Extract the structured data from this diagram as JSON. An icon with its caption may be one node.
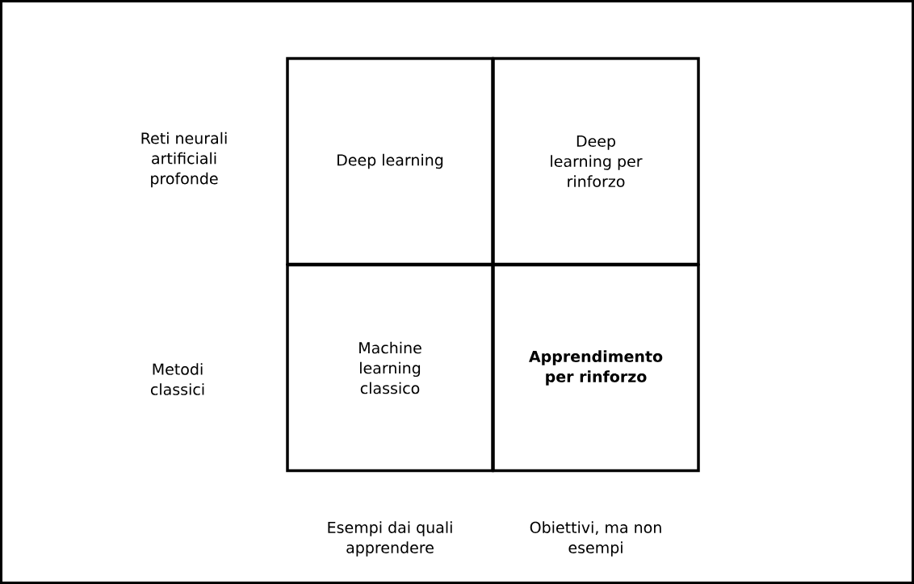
{
  "diagram": {
    "nodes": [
      {
        "text": [
          "Deep learning"
        ]
      },
      {
        "text": [
          "Deep learning per rinforzo"
        ]
      },
      {
        "text": [
          "Machine learning classico"
        ]
      },
      {
        "text": [
          "Apprendimento per rinforzo"
        ]
      }
    ],
    "labels": [
      "Reti neurali artificiali profonde",
      "Metodi classici",
      "Esempi dai quali apprendere",
      "Obiettivi, ma non esempi"
    ]
  }
}
